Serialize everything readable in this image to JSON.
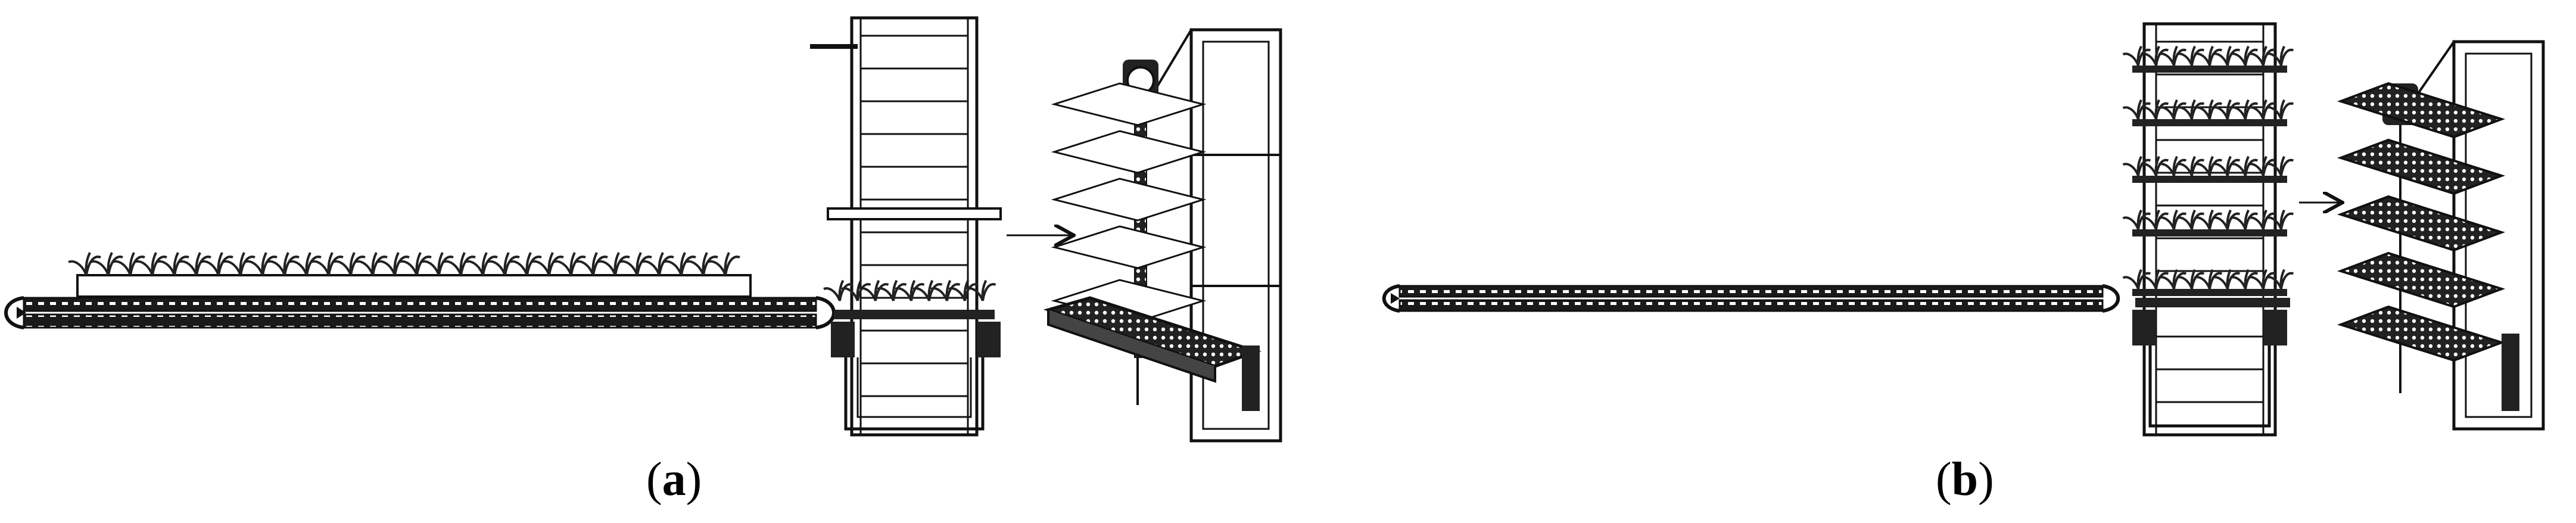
{
  "figure": {
    "panels": [
      {
        "id": "a",
        "caption_open": "(",
        "caption_letter": "a",
        "caption_close": ")"
      },
      {
        "id": "b",
        "caption_open": "(",
        "caption_letter": "b",
        "caption_close": ")"
      }
    ],
    "colors": {
      "line": "#111111",
      "fill_dark": "#222222",
      "plant": "#333333",
      "background": "#ffffff"
    }
  }
}
